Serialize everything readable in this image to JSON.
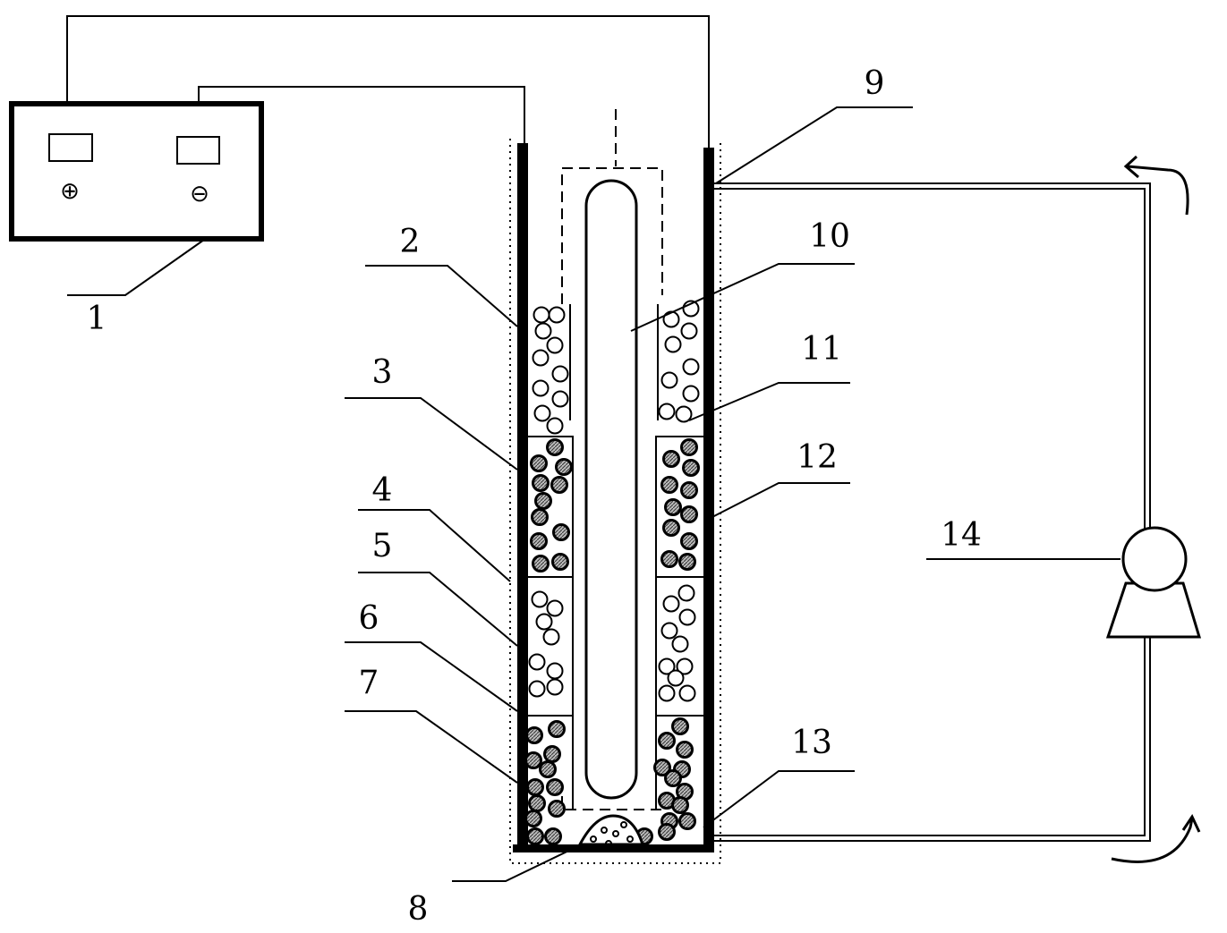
{
  "labels": {
    "l1": "1",
    "l2": "2",
    "l3": "3",
    "l4": "4",
    "l5": "5",
    "l6": "6",
    "l7": "7",
    "l8": "8",
    "l9": "9",
    "l10": "10",
    "l11": "11",
    "l12": "12",
    "l13": "13",
    "l14": "14"
  },
  "power_supply": {
    "positive_symbol": "⊕",
    "negative_symbol": "⊖"
  },
  "colors": {
    "line": "#000000",
    "filled_particle": "#9a9a9a"
  }
}
